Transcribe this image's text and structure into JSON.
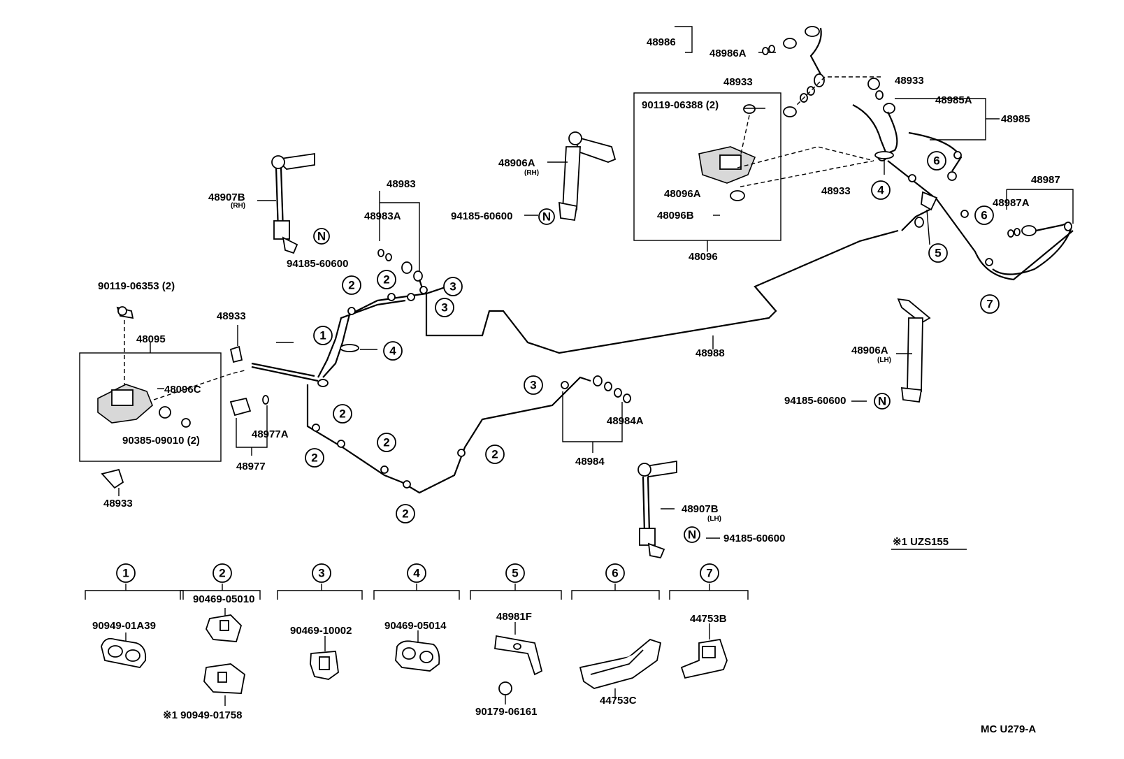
{
  "labels": {
    "p48986": "48986",
    "p48986A": "48986A",
    "p48933_top": "48933",
    "p48933_topright": "48933",
    "p48933_mid": "48933",
    "p48933_left": "48933",
    "p48933_bottom": "48933",
    "p48985A": "48985A",
    "p48985": "48985",
    "p90119_06388": "90119-06388 (2)",
    "p48096A": "48096A",
    "p48096B": "48096B",
    "p48096": "48096",
    "p48906A_rh": "48906A",
    "rh1": "(RH)",
    "p94185_a": "94185-60600",
    "p48983": "48983",
    "p48983A": "48983A",
    "p48907B_rh": "48907B",
    "rh2": "(RH)",
    "p94185_b": "94185-60600",
    "p48987": "48987",
    "p48987A": "48987A",
    "p90119_06353": "90119-06353 (2)",
    "p48095": "48095",
    "p48096C": "48096C",
    "p90385_09010": "90385-09010 (2)",
    "p48977A": "48977A",
    "p48977": "48977",
    "p48988": "48988",
    "p48906A_lh": "48906A",
    "lh1": "(LH)",
    "p94185_c": "94185-60600",
    "p48984A": "48984A",
    "p48984": "48984",
    "p48907B_lh": "48907B",
    "lh2": "(LH)",
    "p94185_d": "94185-60600",
    "model_note": "※1 UZS155",
    "mark_n": "N",
    "p90949_01A39": "90949-01A39",
    "p90469_05010": "90469-05010",
    "p90949_01758": "※1 90949-01758",
    "p90469_10002": "90469-10002",
    "p90469_05014": "90469-05014",
    "p48981F": "48981F",
    "p90179_06161": "90179-06161",
    "p44753C": "44753C",
    "p44753B": "44753B",
    "figure_code": "MC U279-A"
  },
  "clip_numbers": [
    "1",
    "2",
    "3",
    "4",
    "5",
    "6",
    "7"
  ]
}
